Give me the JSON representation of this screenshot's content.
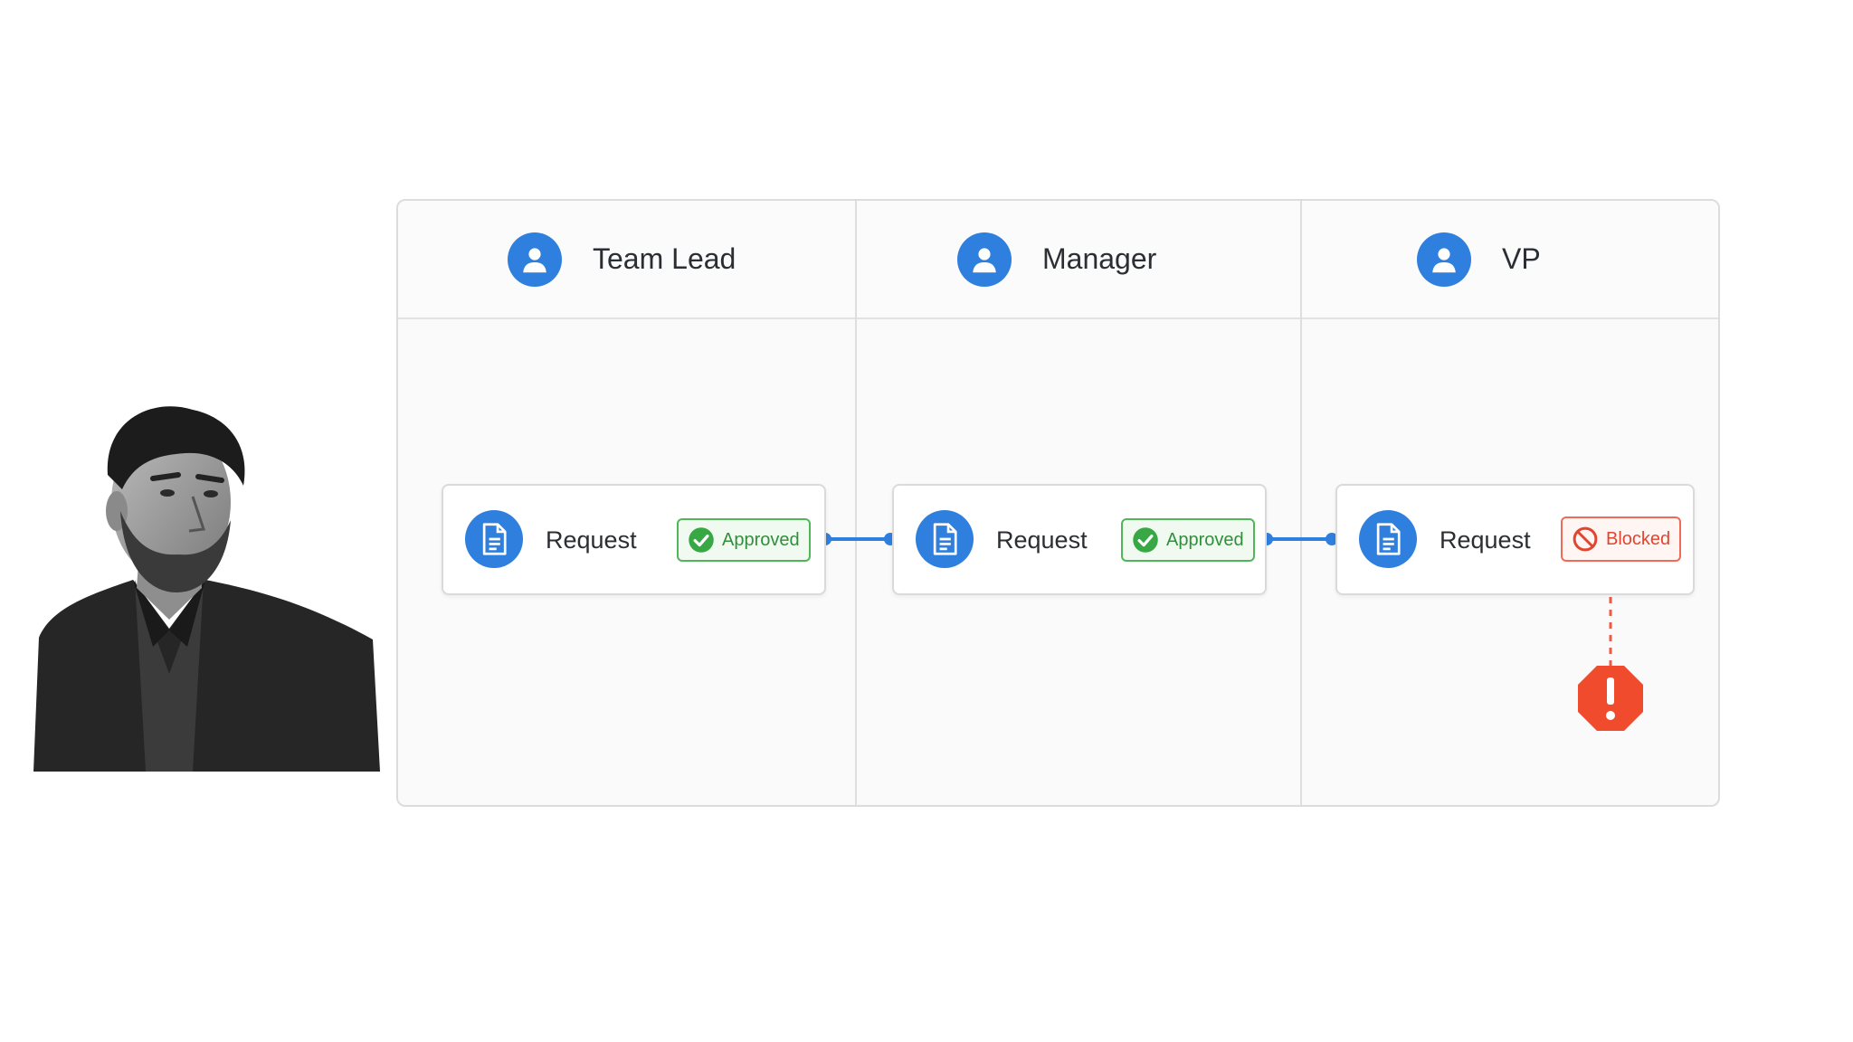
{
  "lanes": [
    {
      "title": "Team Lead"
    },
    {
      "title": "Manager"
    },
    {
      "title": "VP"
    }
  ],
  "cards": [
    {
      "label": "Request",
      "status": "Approved"
    },
    {
      "label": "Request",
      "status": "Approved"
    },
    {
      "label": "Request",
      "status": "Blocked"
    }
  ],
  "colors": {
    "accent": "#2f7fde",
    "approved": "#2f8f3a",
    "blocked": "#e2452f",
    "alert": "#f04b2c"
  },
  "icons": {
    "lane": "user-icon",
    "card": "document-icon",
    "approved": "check-circle-icon",
    "blocked": "no-entry-icon",
    "alert": "alert-octagon-icon"
  }
}
